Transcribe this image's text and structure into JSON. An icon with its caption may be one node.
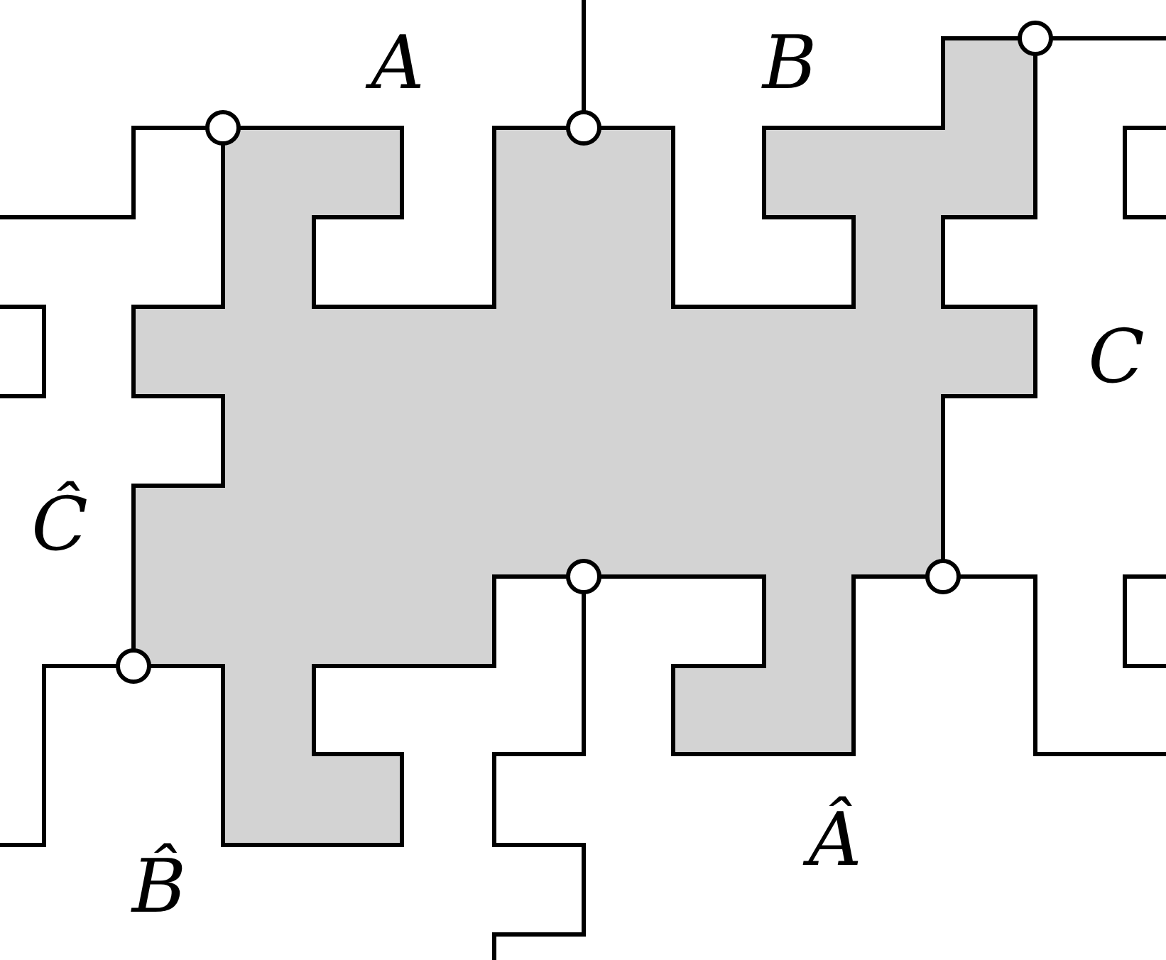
{
  "diagram": {
    "labels": [
      "A",
      "B",
      "C",
      "Ĉ",
      "B̂",
      "Â"
    ]
  }
}
